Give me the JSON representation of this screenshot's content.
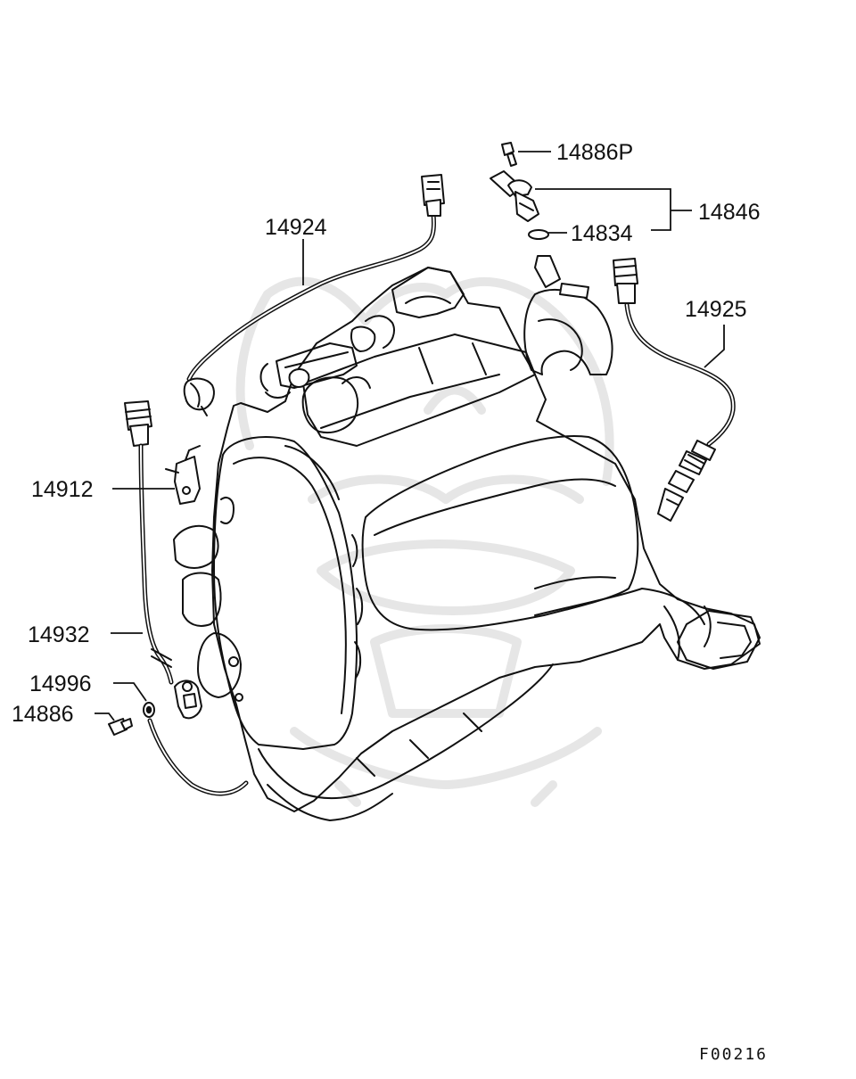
{
  "callouts": {
    "p14886P": "14886P",
    "p14846": "14846",
    "p14834": "14834",
    "p14924": "14924",
    "p14925": "14925",
    "p14912": "14912",
    "p14932": "14932",
    "p14996": "14996",
    "p14886": "14886"
  },
  "figure_code": "F00216",
  "icons": {
    "watermark": "samurai-helmet-watermark"
  },
  "colors": {
    "line": "#111111",
    "watermark": "#e6e6e6",
    "background": "#ffffff"
  }
}
